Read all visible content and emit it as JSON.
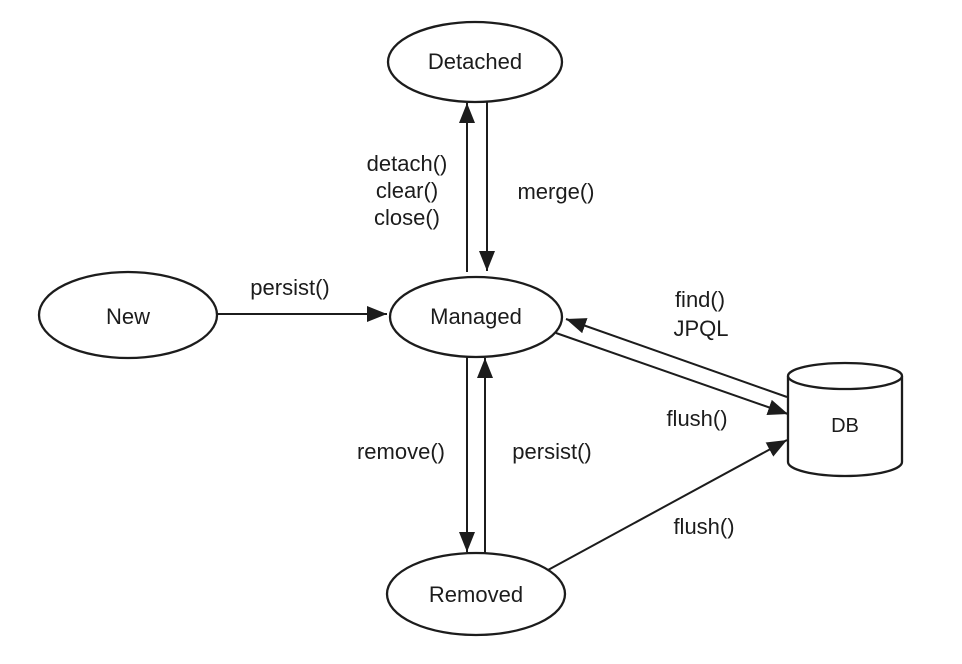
{
  "diagram": {
    "background": "#ffffff",
    "line_color": "#1c1c1c",
    "text_color": "#1c1c1c",
    "states": [
      {
        "id": "detached",
        "label": "Detached",
        "shape": "ellipse"
      },
      {
        "id": "new",
        "label": "New",
        "shape": "ellipse"
      },
      {
        "id": "managed",
        "label": "Managed",
        "shape": "ellipse"
      },
      {
        "id": "removed",
        "label": "Removed",
        "shape": "ellipse"
      },
      {
        "id": "db",
        "label": "DB",
        "shape": "cylinder"
      }
    ],
    "transitions": [
      {
        "from": "New",
        "to": "Managed",
        "label": "persist()"
      },
      {
        "from": "Managed",
        "to": "Detached",
        "lines": [
          "detach()",
          "clear()",
          "close()"
        ]
      },
      {
        "from": "Detached",
        "to": "Managed",
        "label": "merge()"
      },
      {
        "from": "DB",
        "to": "Managed",
        "lines": [
          "find()",
          "JPQL"
        ]
      },
      {
        "from": "Managed",
        "to": "DB",
        "label": "flush()"
      },
      {
        "from": "Managed",
        "to": "Removed",
        "label": "remove()"
      },
      {
        "from": "Removed",
        "to": "Managed",
        "label": "persist()"
      },
      {
        "from": "Removed",
        "to": "DB",
        "label": "flush()"
      }
    ]
  }
}
